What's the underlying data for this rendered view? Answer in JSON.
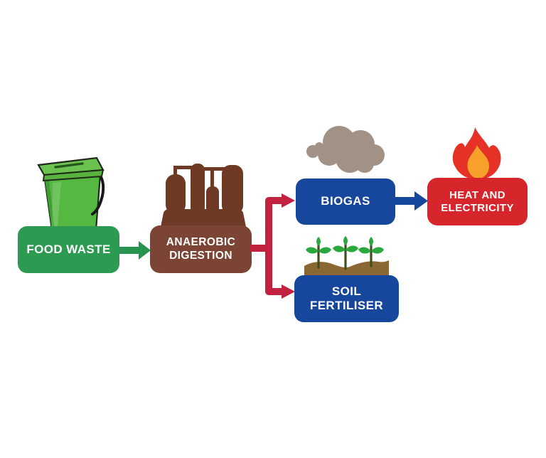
{
  "flow": {
    "nodes": [
      {
        "id": "food-waste",
        "lines": [
          "FOOD WASTE"
        ],
        "color": "#2d9a51",
        "icon": "food-caddy-bin"
      },
      {
        "id": "anaerobic-digestion",
        "lines": [
          "ANAEROBIC",
          "DIGESTION"
        ],
        "color": "#7c4434",
        "icon": "digester-tanks"
      },
      {
        "id": "biogas",
        "lines": [
          "BIOGAS"
        ],
        "color": "#17479c",
        "icon": "gas-cloud"
      },
      {
        "id": "heat-and-electricity",
        "lines": [
          "HEAT AND",
          "ELECTRICITY"
        ],
        "color": "#d7262b",
        "icon": "flame"
      },
      {
        "id": "soil-fertiliser",
        "lines": [
          "SOIL FERTILISER"
        ],
        "color": "#17479c",
        "icon": "soil-seedlings"
      }
    ],
    "edges": [
      {
        "from": "food-waste",
        "to": "anaerobic-digestion",
        "color": "#27934e"
      },
      {
        "from": "anaerobic-digestion",
        "to": "biogas",
        "color": "#c22240"
      },
      {
        "from": "anaerobic-digestion",
        "to": "soil-fertiliser",
        "color": "#c22240"
      },
      {
        "from": "biogas",
        "to": "heat-and-electricity",
        "color": "#17479c"
      }
    ],
    "icon_colors": {
      "bin_body": "#55b840",
      "bin_lid": "#6cc24f",
      "digester": "#6e3a25",
      "cloud": "#a29185",
      "flame_outer": "#e63226",
      "flame_inner": "#f7a02c",
      "soil": "#8b6733",
      "seedling_leaf": "#2aa83d",
      "seedling_stem": "#3f4f1f"
    },
    "background": "#ffffff"
  }
}
